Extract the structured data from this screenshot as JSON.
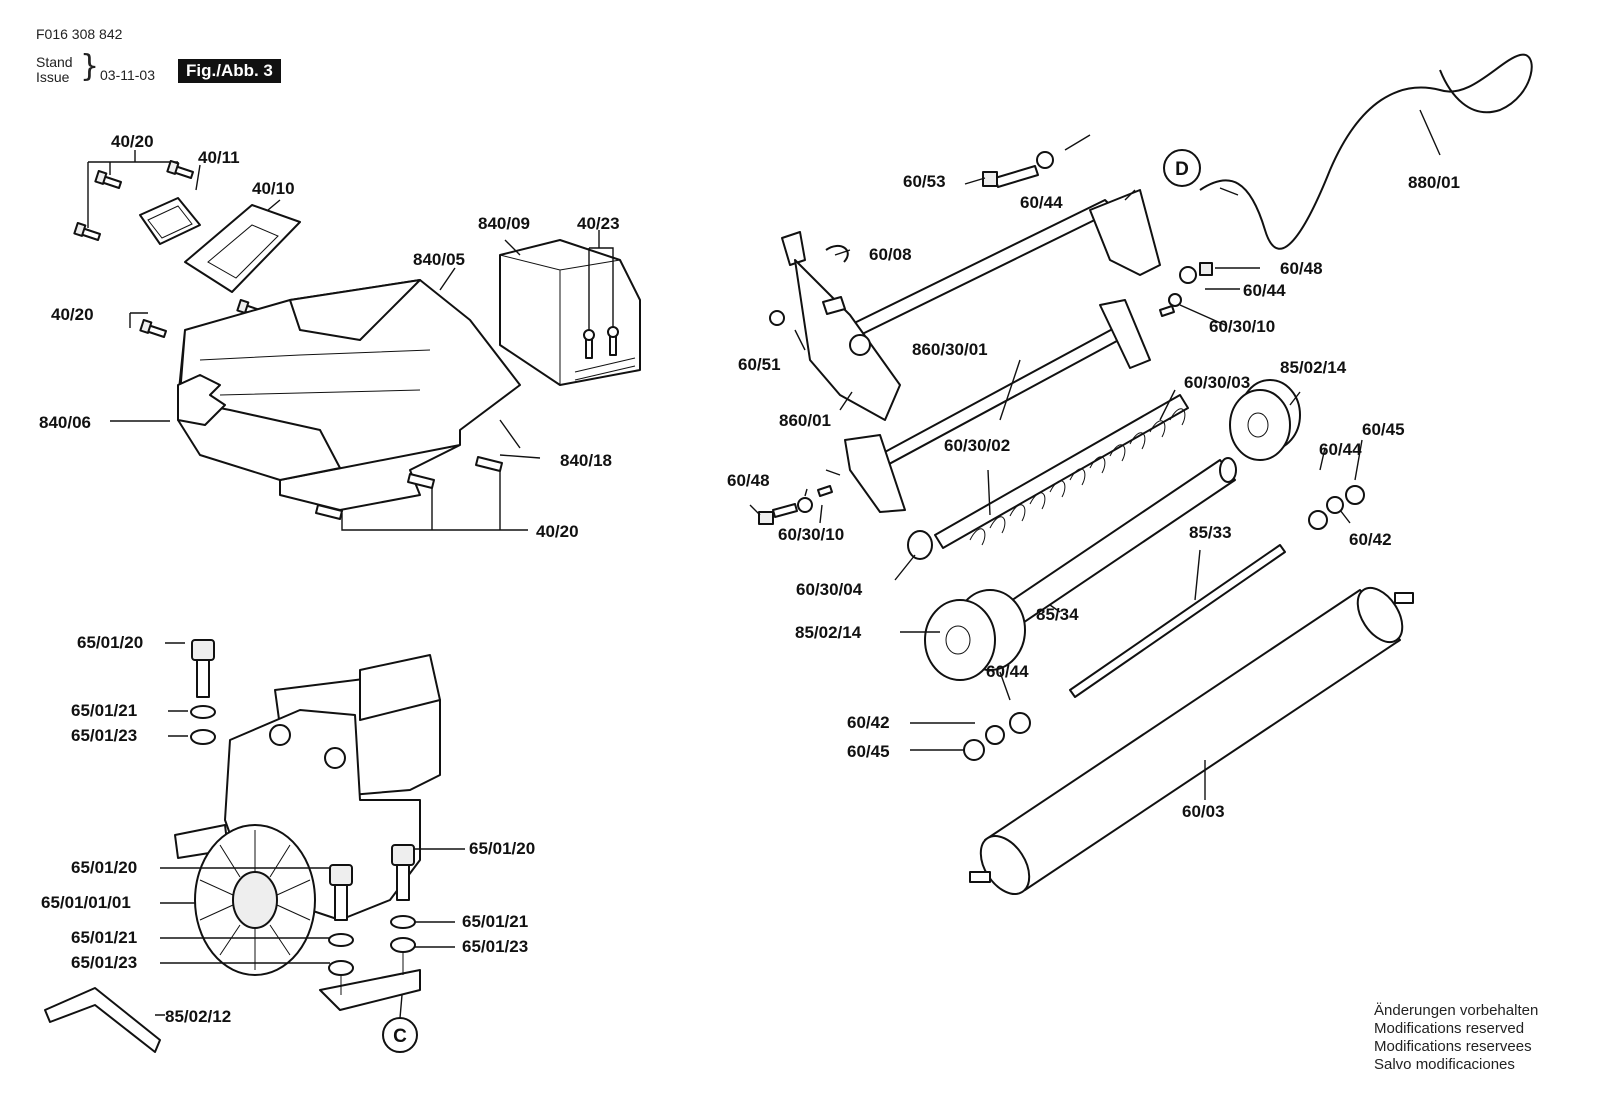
{
  "header": {
    "document_number": "F016 308 842",
    "stand_label": "Stand",
    "issue_label": "Issue",
    "brace": "}",
    "date": "03-11-03",
    "figure_badge": "Fig./Abb. 3"
  },
  "callouts": {
    "C": "C",
    "D": "D"
  },
  "part_labels": [
    "40/20",
    "40/11",
    "40/10",
    "840/09",
    "40/23",
    "840/05",
    "40/20",
    "840/06",
    "840/18",
    "40/20",
    "60/53",
    "60/44",
    "880/01",
    "60/08",
    "60/48",
    "60/44",
    "60/30/10",
    "60/51",
    "860/30/01",
    "860/01",
    "60/30/03",
    "85/02/14",
    "60/44",
    "60/45",
    "60/48",
    "60/30/02",
    "60/30/10",
    "60/42",
    "85/33",
    "60/30/04",
    "85/34",
    "85/02/14",
    "60/44",
    "60/42",
    "60/45",
    "60/03",
    "65/01/20",
    "65/01/21",
    "65/01/23",
    "65/01/20",
    "65/01/20",
    "65/01/01/01",
    "65/01/21",
    "65/01/21",
    "65/01/23",
    "65/01/23",
    "85/02/12"
  ],
  "footer_notes": [
    "Änderungen vorbehalten",
    "Modifications reserved",
    "Modifications reservees",
    "Salvo modificaciones"
  ]
}
